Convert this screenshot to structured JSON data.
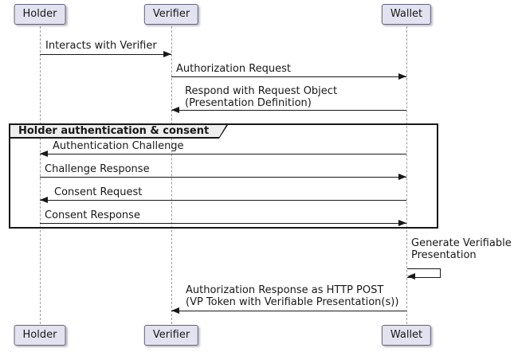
{
  "colors": {
    "actor_fill": "#E2E2F0",
    "actor_border": "#62627a",
    "lifeline": "#9a9a9a",
    "arrow": "#181818",
    "frame_border": "#181818",
    "frame_label_bg": "#EEEEEE",
    "background": "#ffffff"
  },
  "actors": [
    {
      "label": "Holder"
    },
    {
      "label": "Verifier"
    },
    {
      "label": "Wallet"
    }
  ],
  "frame": {
    "label": "Holder authentication & consent"
  },
  "messages": [
    {
      "label": "Interacts with Verifier",
      "from": "Holder",
      "to": "Verifier",
      "direction": "right"
    },
    {
      "label": "Authorization Request",
      "from": "Verifier",
      "to": "Wallet",
      "direction": "right"
    },
    {
      "label": "Respond with Request Object\n(Presentation Definition)",
      "from": "Wallet",
      "to": "Verifier",
      "direction": "left"
    },
    {
      "label": "Authentication Challenge",
      "from": "Wallet",
      "to": "Holder",
      "direction": "left",
      "in_frame": true
    },
    {
      "label": "Challenge Response",
      "from": "Holder",
      "to": "Wallet",
      "direction": "right",
      "in_frame": true
    },
    {
      "label": "Consent Request",
      "from": "Wallet",
      "to": "Holder",
      "direction": "left",
      "in_frame": true
    },
    {
      "label": "Consent Response",
      "from": "Holder",
      "to": "Wallet",
      "direction": "right",
      "in_frame": true
    },
    {
      "label": "Generate Verifiable\nPresentation",
      "from": "Wallet",
      "to": "Wallet",
      "direction": "self"
    },
    {
      "label": "Authorization Response as HTTP POST\n(VP Token with Verifiable Presentation(s))",
      "from": "Wallet",
      "to": "Verifier",
      "direction": "left"
    }
  ]
}
